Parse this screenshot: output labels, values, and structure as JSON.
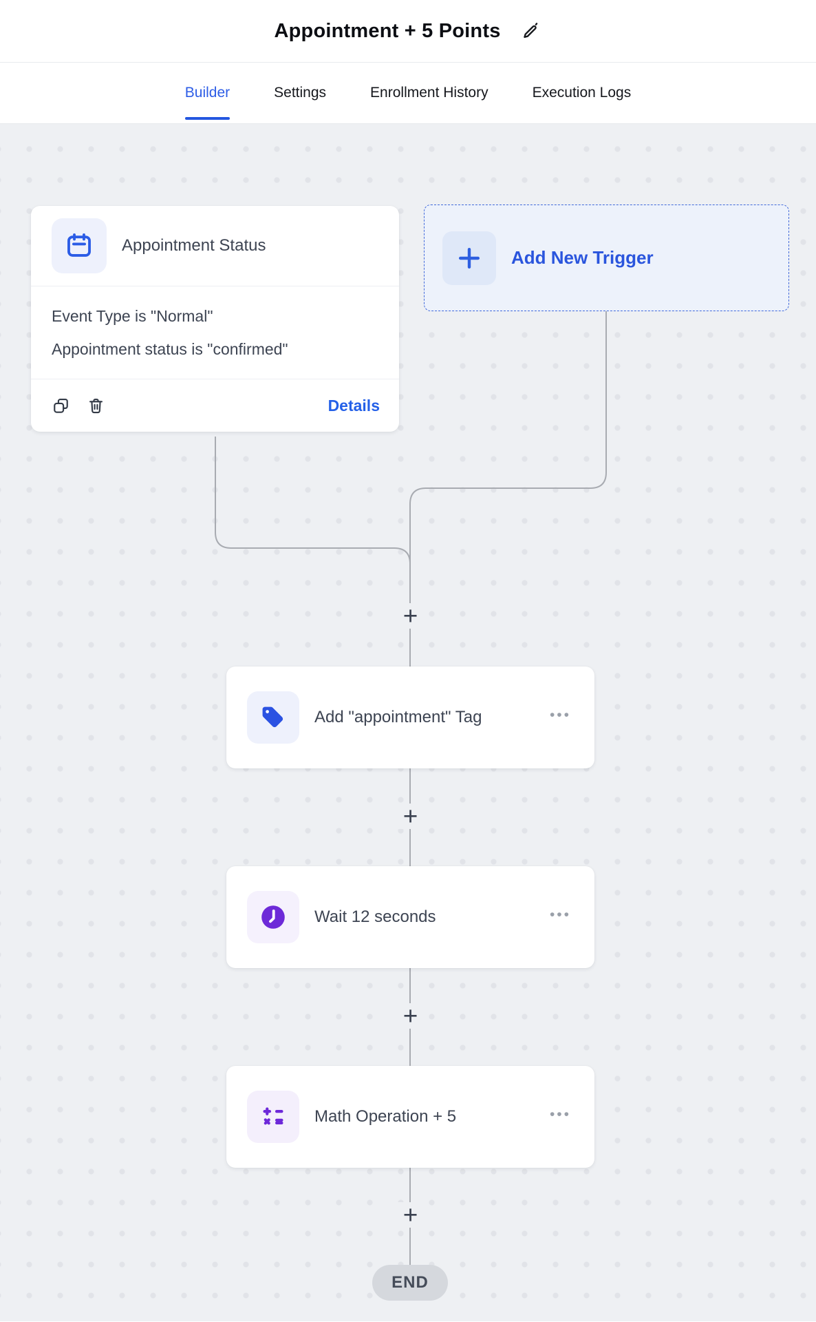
{
  "header": {
    "title": "Appointment + 5 Points",
    "edit_icon": "pencil-icon"
  },
  "tabs": [
    {
      "label": "Builder",
      "active": true
    },
    {
      "label": "Settings",
      "active": false
    },
    {
      "label": "Enrollment History",
      "active": false
    },
    {
      "label": "Execution Logs",
      "active": false
    }
  ],
  "trigger_card": {
    "icon": "calendar-icon",
    "title": "Appointment Status",
    "conditions": [
      "Event Type is \"Normal\"",
      "Appointment status is \"confirmed\""
    ],
    "footer": {
      "copy_icon": "copy-icon",
      "delete_icon": "trash-icon",
      "details_label": "Details"
    }
  },
  "add_new_trigger": {
    "icon": "plus-icon",
    "label": "Add New Trigger"
  },
  "actions": [
    {
      "icon": "tag-icon",
      "title": "Add \"appointment\" Tag",
      "menu_icon": "ellipsis-icon"
    },
    {
      "icon": "clock-icon",
      "title": "Wait 12 seconds",
      "menu_icon": "ellipsis-icon"
    },
    {
      "icon": "math-icon",
      "title": "Math Operation + 5",
      "menu_icon": "ellipsis-icon"
    }
  ],
  "glyphs": {
    "plus": "+",
    "ellipsis": "•••"
  },
  "end_label": "END",
  "colors": {
    "accent_blue": "#2563eb",
    "accent_purple": "#6d28d9",
    "canvas_bg": "#eef0f3",
    "connector_gray": "#a8abb1"
  }
}
